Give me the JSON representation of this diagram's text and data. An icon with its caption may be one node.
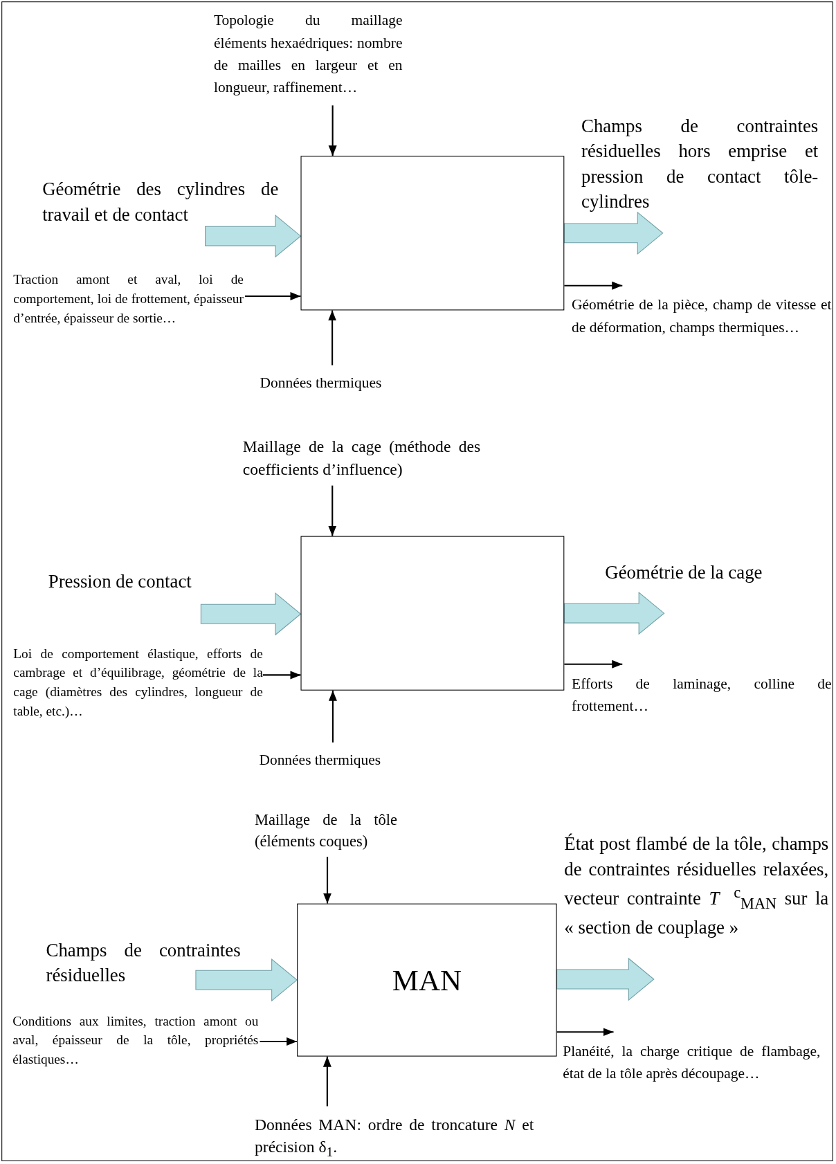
{
  "diagram": {
    "nodes": [
      {
        "text": [
          "Topologie du maillage éléments hexaédriques: nombre de mailles en largeur et en longueur, raffinement…"
        ]
      },
      {
        "text": [
          "Géométrie des cylindres de travail et de contact"
        ]
      },
      {
        "text": [],
        "shape": "box"
      },
      {
        "text": [
          "Champs de contraintes résiduelles hors emprise et pression de contact tôle-cylindres"
        ]
      },
      {
        "text": [
          "Traction amont et aval, loi de comportement, loi de frottement, épaisseur d’entrée, épaisseur de sortie…"
        ]
      },
      {
        "text": [
          "Géométrie de la pièce, champ de vitesse et de déformation, champs thermiques…"
        ]
      },
      {
        "text": [
          "Données thermiques"
        ]
      },
      {
        "text": [
          "Maillage de la cage (méthode des coefficients d’influence)"
        ]
      },
      {
        "text": [
          "Pression de contact"
        ]
      },
      {
        "text": [],
        "shape": "box"
      },
      {
        "text": [
          "Géométrie de la cage"
        ]
      },
      {
        "text": [
          "Loi de comportement élastique, efforts de cambrage et d’équilibrage, géométrie de la cage (diamètres des cylindres, longueur de table, etc.)…"
        ]
      },
      {
        "text": [
          "Efforts de laminage, colline de frottement…"
        ]
      },
      {
        "text": [
          "Données thermiques"
        ]
      },
      {
        "text": [
          "Maillage de la tôle (éléments coques)"
        ]
      },
      {
        "text": [
          "Champs de contraintes résiduelles"
        ]
      },
      {
        "text": [
          "MAN"
        ]
      },
      {
        "text": [
          "État post flambé de la tôle, champs de contraintes résiduelles relaxées, vecteur contrainte *T⃗*$^{c}$$_{MAN}$ sur la « section de couplage »"
        ]
      },
      {
        "text": [
          "Conditions aux limites, traction amont ou aval, épaisseur de la tôle, propriétés élastiques…"
        ]
      },
      {
        "text": [
          "Planéité, la charge critique de flambage, état de la tôle après découpage…"
        ]
      },
      {
        "text": [
          "Données MAN: ordre de troncature *N* et précision δ$_{1}$."
        ]
      }
    ],
    "edges": [
      {
        "from": 0,
        "to": 2,
        "arrow": "to"
      },
      {
        "from": 1,
        "to": 2,
        "arrow": "to",
        "style": "thick",
        "color": "#b8e2e5"
      },
      {
        "from": 2,
        "to": 3,
        "arrow": "to",
        "style": "thick",
        "color": "#b8e2e5"
      },
      {
        "from": 4,
        "to": 2,
        "arrow": "to"
      },
      {
        "from": 2,
        "to": 5,
        "arrow": "to"
      },
      {
        "from": 6,
        "to": 2,
        "arrow": "to"
      },
      {
        "from": 7,
        "to": 9,
        "arrow": "to"
      },
      {
        "from": 8,
        "to": 9,
        "arrow": "to",
        "style": "thick",
        "color": "#b8e2e5"
      },
      {
        "from": 9,
        "to": 10,
        "arrow": "to",
        "style": "thick",
        "color": "#b8e2e5"
      },
      {
        "from": 11,
        "to": 9,
        "arrow": "to"
      },
      {
        "from": 9,
        "to": 12,
        "arrow": "to"
      },
      {
        "from": 13,
        "to": 9,
        "arrow": "to"
      },
      {
        "from": 14,
        "to": 16,
        "arrow": "to"
      },
      {
        "from": 15,
        "to": 16,
        "arrow": "to",
        "style": "thick",
        "color": "#b8e2e5"
      },
      {
        "from": 16,
        "to": 17,
        "arrow": "to",
        "style": "thick",
        "color": "#b8e2e5"
      },
      {
        "from": 18,
        "to": 16,
        "arrow": "to"
      },
      {
        "from": 16,
        "to": 19,
        "arrow": "to"
      },
      {
        "from": 20,
        "to": 16,
        "arrow": "to"
      }
    ]
  }
}
